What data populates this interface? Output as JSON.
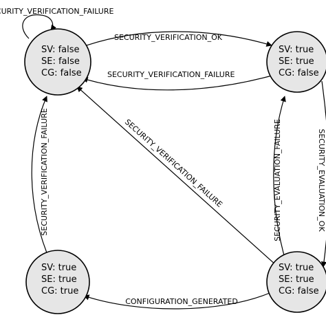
{
  "states": {
    "top_left": {
      "sv": "SV: false",
      "se": "SE: false",
      "cg": "CG: false"
    },
    "top_right": {
      "sv": "SV: true",
      "se": "SE: true",
      "cg": "CG: false"
    },
    "bottom_left": {
      "sv": "SV: true",
      "se": "SE: true",
      "cg": "CG: true"
    },
    "bottom_right": {
      "sv": "SV: true",
      "se": "SE: true",
      "cg": "CG: false"
    }
  },
  "edges": {
    "self_loop_top_left": "SECURITY_VERIFICATION_FAILURE",
    "tl_to_tr": "SECURITY_VERIFICATION_OK",
    "tr_to_tl": "SECURITY_VERIFICATION_FAILURE",
    "br_to_tl_diagonal": "SECURITY_VERIFICATION_FAILURE",
    "bl_to_tl": "SECURITY_VERIFICATION_FAILURE",
    "br_to_tr": "SECURITY_EVALUATION_FAILURE",
    "tr_to_br": "SECURITY_EVALUATION_OK",
    "br_to_bl": "CONFIGURATION_GENERATED"
  }
}
